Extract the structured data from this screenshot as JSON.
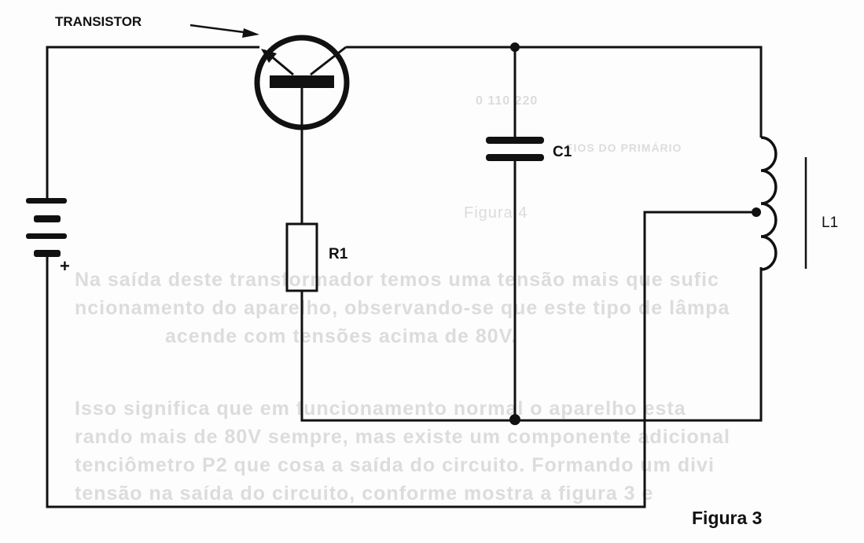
{
  "labels": {
    "transistor": "TRANSISTOR",
    "capacitor": "C1",
    "resistor": "R1",
    "inductor": "L1",
    "battery_plus": "+",
    "caption": "Figura 3"
  },
  "bleed_through": {
    "figure_label": "Figura 4",
    "wires_label": "FIOS DO PRIMÁRIO",
    "taps": "0      110      220",
    "lines": [
      "Na saída deste transformador temos uma tensão mais que sufic",
      "ncionamento do aparelho, observando-se que este tipo de lâmpa",
      " acende com tensões acima de 80V.",
      "Isso significa que em funcionamento normal o aparelho esta",
      "rando mais de 80V sempre, mas existe um componente adicional",
      "tenciômetro P2 que cosa a saída do circuito. Formando um divi",
      " tensão na saída do circuito, conforme mostra a figura 3 e"
    ]
  },
  "colors": {
    "ink": "#111111",
    "bleed": "#dcdcdc"
  }
}
